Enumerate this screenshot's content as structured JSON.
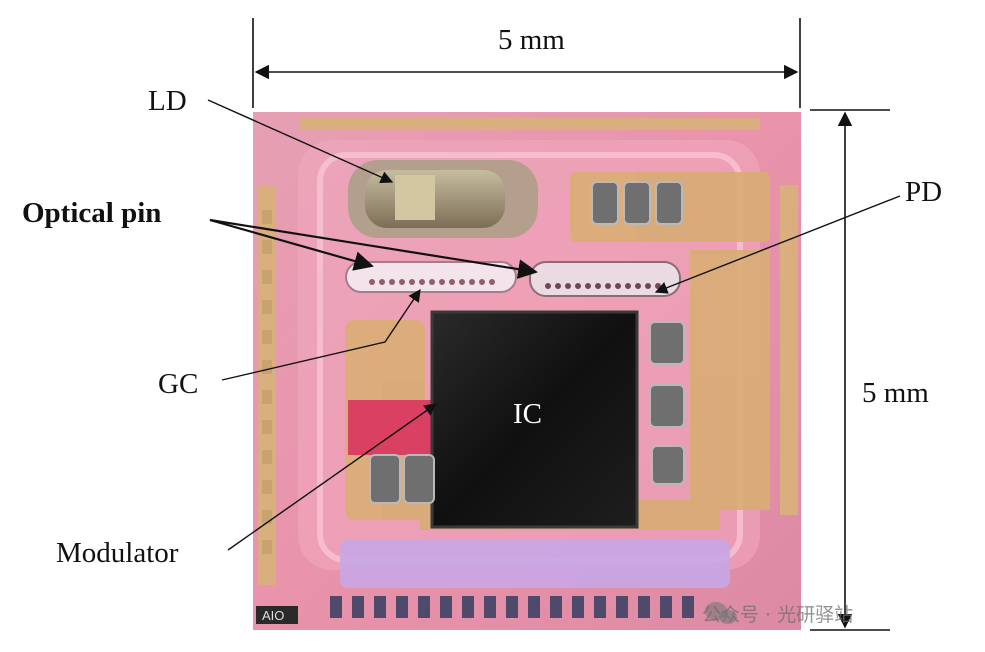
{
  "annotations": {
    "dim_top": "5 mm",
    "dim_right": "5 mm",
    "ld": "LD",
    "optical_pin": "Optical pin",
    "pd": "PD",
    "gc": "GC",
    "modulator": "Modulator",
    "ic": "IC"
  },
  "watermark": {
    "text": "公众号 · 光研驿站",
    "icon": "wechat-bubble-icon"
  },
  "chip_marking": "AIO",
  "colors": {
    "substrate": "#e59aae",
    "gold_pad": "#d8b27a",
    "ic_die": "#141414",
    "capacitor": "#6a6a6a",
    "modulator_red": "#d8345f",
    "lavender_bus": "#c8a6e6",
    "line": "#111111"
  }
}
